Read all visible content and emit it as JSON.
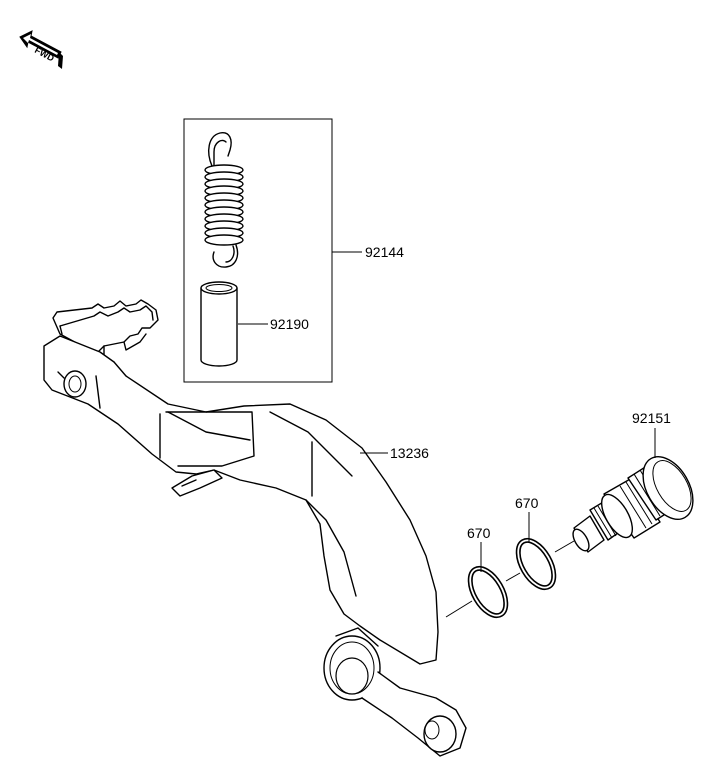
{
  "fwd_indicator": {
    "label": "FWD",
    "icon": "forward-arrow-icon"
  },
  "parts": [
    {
      "id": "spring",
      "number": "92144",
      "icon": "tension-spring-icon"
    },
    {
      "id": "collar",
      "number": "92190",
      "icon": "collar-sleeve-icon"
    },
    {
      "id": "brake-pedal",
      "number": "13236",
      "icon": "brake-pedal-icon"
    },
    {
      "id": "o-ring-upper",
      "number": "670",
      "icon": "o-ring-icon"
    },
    {
      "id": "o-ring-lower",
      "number": "670",
      "icon": "o-ring-icon"
    },
    {
      "id": "pivot-shaft",
      "number": "92151",
      "icon": "pivot-bolt-icon"
    }
  ]
}
